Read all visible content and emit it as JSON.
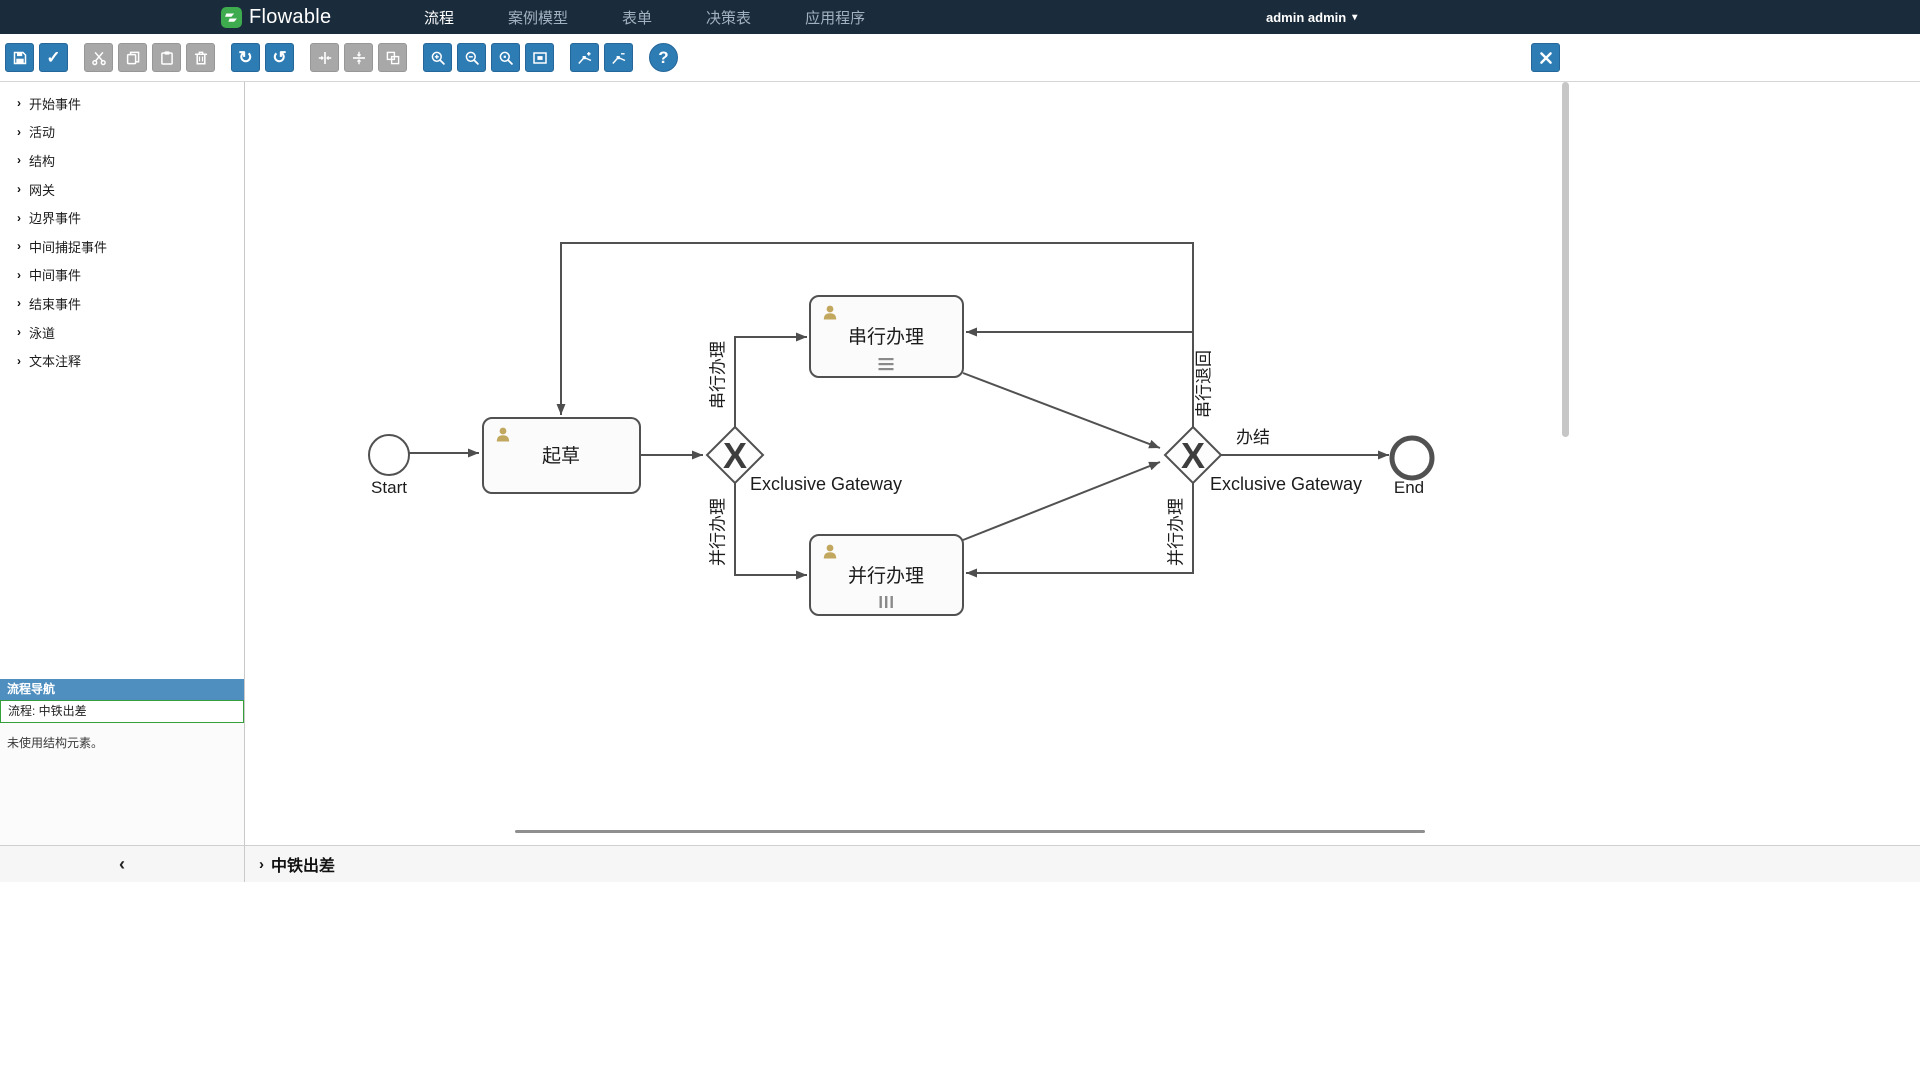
{
  "navbar": {
    "brand": "Flowable",
    "items": [
      "流程",
      "案例模型",
      "表单",
      "决策表",
      "应用程序"
    ],
    "active_item": "流程",
    "user": "admin admin"
  },
  "glyphs": {
    "chevron": "›",
    "collapse": "‹",
    "caret": "▾",
    "check": "✓",
    "redo": "↻",
    "undo": "↺",
    "help": "?"
  },
  "toolbar": {
    "buttons": [
      {
        "icon": "save",
        "enabled": true
      },
      {
        "icon": "validate",
        "enabled": true
      },
      {
        "icon": "cut",
        "enabled": false
      },
      {
        "icon": "copy",
        "enabled": false
      },
      {
        "icon": "paste",
        "enabled": false
      },
      {
        "icon": "delete",
        "enabled": false
      },
      {
        "icon": "redo",
        "enabled": true
      },
      {
        "icon": "undo",
        "enabled": true
      },
      {
        "icon": "distribute-horizontal",
        "enabled": false
      },
      {
        "icon": "distribute-vertical",
        "enabled": false
      },
      {
        "icon": "same-size",
        "enabled": false
      },
      {
        "icon": "zoom-in",
        "enabled": true
      },
      {
        "icon": "zoom-out",
        "enabled": true
      },
      {
        "icon": "zoom-actual",
        "enabled": true
      },
      {
        "icon": "zoom-fit",
        "enabled": true
      },
      {
        "icon": "add-bendpoint",
        "enabled": true
      },
      {
        "icon": "remove-bendpoint",
        "enabled": true
      },
      {
        "icon": "help",
        "enabled": true
      }
    ],
    "close_icon": "close"
  },
  "palette": {
    "sections": [
      "开始事件",
      "活动",
      "结构",
      "网关",
      "边界事件",
      "中间捕捉事件",
      "中间事件",
      "结束事件",
      "泳道",
      "文本注释"
    ]
  },
  "navigator": {
    "title": "流程导航",
    "current": "流程: 中铁出差",
    "empty_note": "未使用结构元素。"
  },
  "footer": {
    "process_title": "中铁出差"
  },
  "diagram": {
    "exclusive_marker": "X",
    "nodes": {
      "start": "Start",
      "draft": "起草",
      "serial_task": "串行办理",
      "parallel_task": "并行办理",
      "gateway1": "Exclusive Gateway",
      "gateway2": "Exclusive Gateway",
      "end": "End"
    },
    "edge_labels": {
      "to_serial": "串行办理",
      "to_parallel": "并行办理",
      "serial_return": "串行退回",
      "parallel_return": "并行办理",
      "complete": "办结"
    }
  }
}
